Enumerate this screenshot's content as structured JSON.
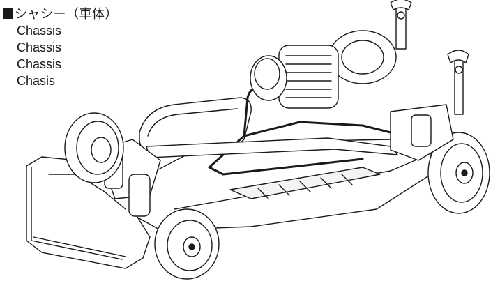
{
  "header": {
    "bullet_color": "#1a1a1a",
    "title": "シャシー（車体）"
  },
  "translations": [
    {
      "label": "Chassis"
    },
    {
      "label": "Chassis"
    },
    {
      "label": "Chassis"
    },
    {
      "label": "Chasis"
    }
  ],
  "illustration": {
    "subject": "rc-car-chassis-line-drawing",
    "stroke_color": "#1a1a1a",
    "fill_color": "#ffffff"
  }
}
